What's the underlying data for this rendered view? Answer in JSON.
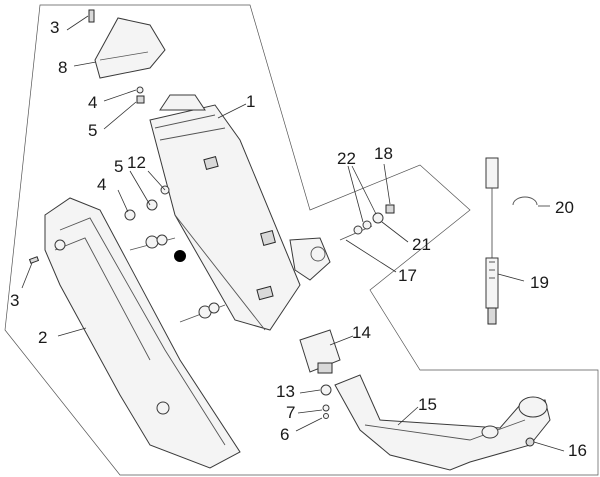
{
  "callouts": {
    "c1": "1",
    "c2": "2",
    "c3a": "3",
    "c3b": "3",
    "c4a": "4",
    "c4b": "4",
    "c5a": "5",
    "c5b": "5",
    "c6": "6",
    "c7": "7",
    "c8": "8",
    "c12": "12",
    "c13": "13",
    "c14": "14",
    "c15": "15",
    "c16": "16",
    "c17": "17",
    "c18": "18",
    "c19": "19",
    "c20": "20",
    "c21": "21",
    "c22": "22"
  },
  "colors": {
    "line": "#333333",
    "fill": "#f4f4f4",
    "marker": "#000000"
  }
}
